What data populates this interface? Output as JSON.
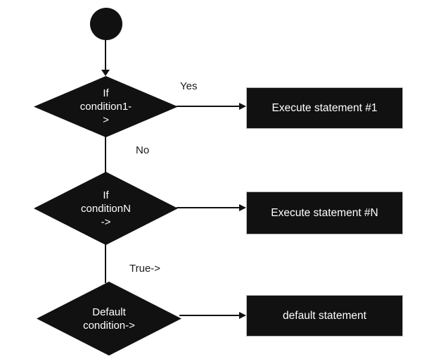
{
  "diagram": {
    "type": "flowchart",
    "background_color": "#ffffff",
    "shape_color": "#111111",
    "shape_text_color": "#ffffff",
    "edge_label_color": "#1a1a1a",
    "start_node": {
      "shape": "circle"
    },
    "decisions": [
      {
        "label": "If\ncondition1-\n>"
      },
      {
        "label": "If\nconditionN\n->"
      },
      {
        "label": "Default\ncondition->"
      }
    ],
    "processes": [
      {
        "label": "Execute statement #1"
      },
      {
        "label": "Execute statement #N"
      },
      {
        "label": "default statement"
      }
    ],
    "edge_labels": {
      "yes": "Yes",
      "no": "No",
      "true": "True->"
    }
  }
}
